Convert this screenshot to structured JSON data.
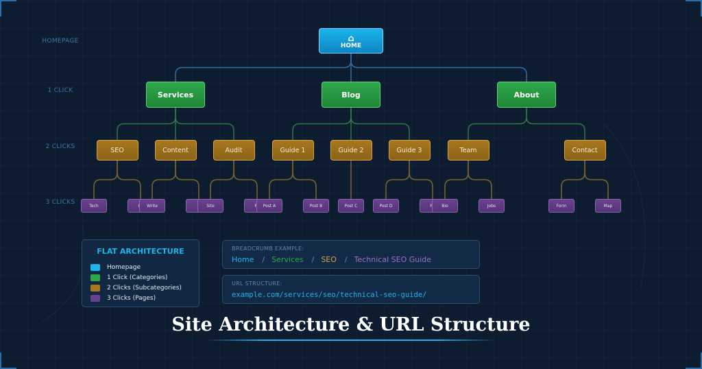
{
  "colors": {
    "homepage": "#1cb4ec",
    "one_click": "#2ea84a",
    "two_clicks": "#a8781f",
    "three_clicks": "#68418f",
    "background": "#0e1c30"
  },
  "level_labels": [
    "HOMEPAGE",
    "1 CLICK",
    "2 CLICKS",
    "3 CLICKS"
  ],
  "tree": {
    "label": "HOME",
    "icon": "home-icon",
    "children": [
      {
        "label": "Services",
        "children": [
          {
            "label": "SEO",
            "children": [
              {
                "label": "Tech"
              },
              {
                "label": "Lo"
              }
            ]
          },
          {
            "label": "Content",
            "children": [
              {
                "label": "Write"
              },
              {
                "label": "E"
              }
            ]
          },
          {
            "label": "Audit",
            "children": [
              {
                "label": "Site"
              },
              {
                "label": "Pe"
              }
            ]
          }
        ]
      },
      {
        "label": "Blog",
        "children": [
          {
            "label": "Guide 1",
            "children": [
              {
                "label": "Post A"
              },
              {
                "label": "Post B"
              }
            ]
          },
          {
            "label": "Guide 2",
            "children": [
              {
                "label": "Post C"
              }
            ]
          },
          {
            "label": "Guide 3",
            "children": [
              {
                "label": "Post D"
              },
              {
                "label": "Po"
              }
            ]
          }
        ]
      },
      {
        "label": "About",
        "children": [
          {
            "label": "Team",
            "children": [
              {
                "label": "Bio"
              },
              {
                "label": "Jobs"
              }
            ]
          },
          {
            "label": "Contact",
            "children": [
              {
                "label": "Form"
              },
              {
                "label": "Map"
              }
            ]
          }
        ]
      }
    ]
  },
  "legend": {
    "title": "FLAT ARCHITECTURE",
    "items": [
      {
        "label": "Homepage",
        "color": "#1cb4ec"
      },
      {
        "label": "1 Click (Categories)",
        "color": "#2ea84a"
      },
      {
        "label": "2 Clicks (Subcategories)",
        "color": "#a8781f"
      },
      {
        "label": "3 Clicks (Pages)",
        "color": "#68418f"
      }
    ]
  },
  "breadcrumb": {
    "label": "BREADCRUMB EXAMPLE:",
    "items": [
      {
        "text": "Home",
        "color": "#1cb4ec"
      },
      {
        "text": "Services",
        "color": "#2ea84a"
      },
      {
        "text": "SEO",
        "color": "#d7a347"
      },
      {
        "text": "Technical SEO Guide",
        "color": "#9a72c4"
      }
    ],
    "separator": "/"
  },
  "url_structure": {
    "label": "URL STRUCTURE:",
    "url": "example.com/services/seo/technical-seo-guide/"
  },
  "title": "Site Architecture & URL Structure"
}
